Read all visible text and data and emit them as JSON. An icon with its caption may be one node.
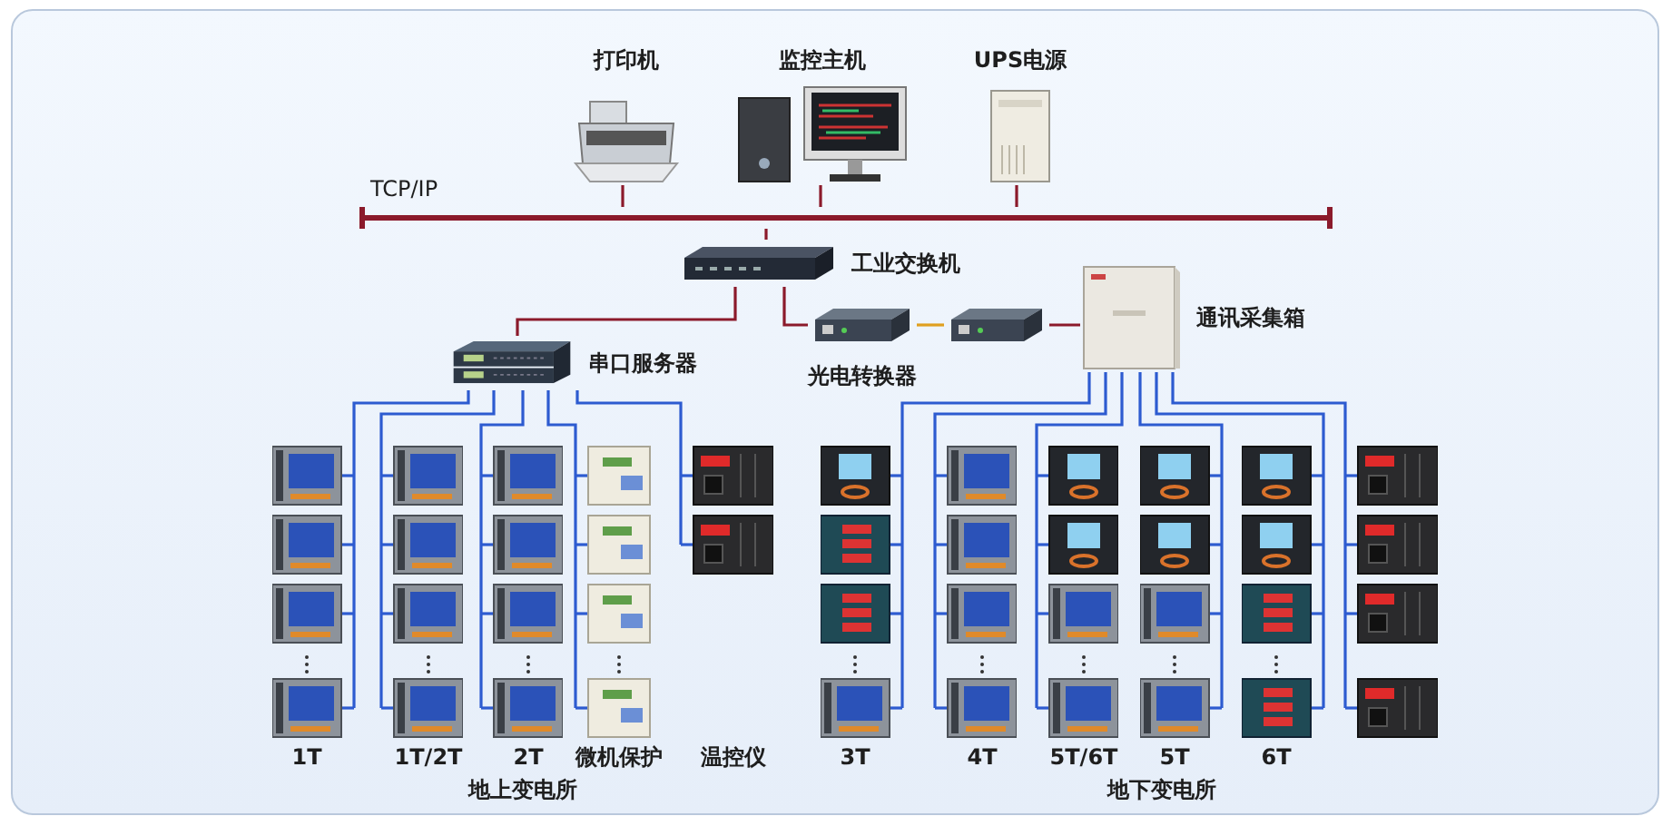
{
  "diagram": {
    "nodes": [
      {
        "text": [],
        "shape": "bar",
        "beside": [
          "TCP/IP"
        ]
      },
      {
        "text": [
          "打印机"
        ]
      },
      {
        "text": [
          "监控主机"
        ]
      },
      {
        "text": [
          "UPS电源"
        ]
      },
      {
        "text": [
          "工业交换机"
        ]
      },
      {
        "text": [
          "串口服务器"
        ]
      },
      {
        "text": [
          "光电转换器"
        ]
      },
      {
        "text": [],
        "shape": "picture"
      },
      {
        "text": [
          "通讯采集箱"
        ]
      },
      {
        "text": [
          "1T"
        ]
      },
      {
        "text": [
          "1T/2T"
        ]
      },
      {
        "text": [
          "2T"
        ]
      },
      {
        "text": [
          "微机保护"
        ]
      },
      {
        "text": [
          "温控仪"
        ]
      },
      {
        "text": [
          "3T"
        ]
      },
      {
        "text": [
          "4T"
        ]
      },
      {
        "text": [
          "5T/6T"
        ]
      },
      {
        "text": [
          "5T"
        ]
      },
      {
        "text": [
          "6T"
        ]
      },
      {
        "text": [],
        "shape": "picture"
      }
    ],
    "edges": [
      {
        "from": 1,
        "to": 0,
        "arrow": "none",
        "color": "#8b1a2b"
      },
      {
        "from": 2,
        "to": 0,
        "arrow": "none",
        "color": "#8b1a2b"
      },
      {
        "from": 3,
        "to": 0,
        "arrow": "none",
        "color": "#8b1a2b"
      },
      {
        "from": 4,
        "to": 0,
        "arrow": "none",
        "color": "#8b1a2b"
      },
      {
        "from": 4,
        "to": 5,
        "arrow": "none",
        "color": "#8b1a2b"
      },
      {
        "from": 4,
        "to": 6,
        "arrow": "none",
        "color": "#8b1a2b"
      },
      {
        "from": 6,
        "to": 7,
        "arrow": "none",
        "color": "#e0a020"
      },
      {
        "from": 7,
        "to": 8,
        "arrow": "none",
        "color": "#8b1a2b"
      },
      {
        "from": 5,
        "to": 9,
        "arrow": "none"
      },
      {
        "from": 5,
        "to": 10,
        "arrow": "none"
      },
      {
        "from": 5,
        "to": 11,
        "arrow": "none"
      },
      {
        "from": 5,
        "to": 12,
        "arrow": "none"
      },
      {
        "from": 5,
        "to": 13,
        "arrow": "none"
      },
      {
        "from": 8,
        "to": 14,
        "arrow": "none"
      },
      {
        "from": 8,
        "to": 15,
        "arrow": "none"
      },
      {
        "from": 8,
        "to": 16,
        "arrow": "none"
      },
      {
        "from": 8,
        "to": 17,
        "arrow": "none"
      },
      {
        "from": 8,
        "to": 18,
        "arrow": "none"
      },
      {
        "from": 8,
        "to": 19,
        "arrow": "none"
      }
    ],
    "labels": [
      "地上变电所",
      "地下变电所"
    ]
  }
}
